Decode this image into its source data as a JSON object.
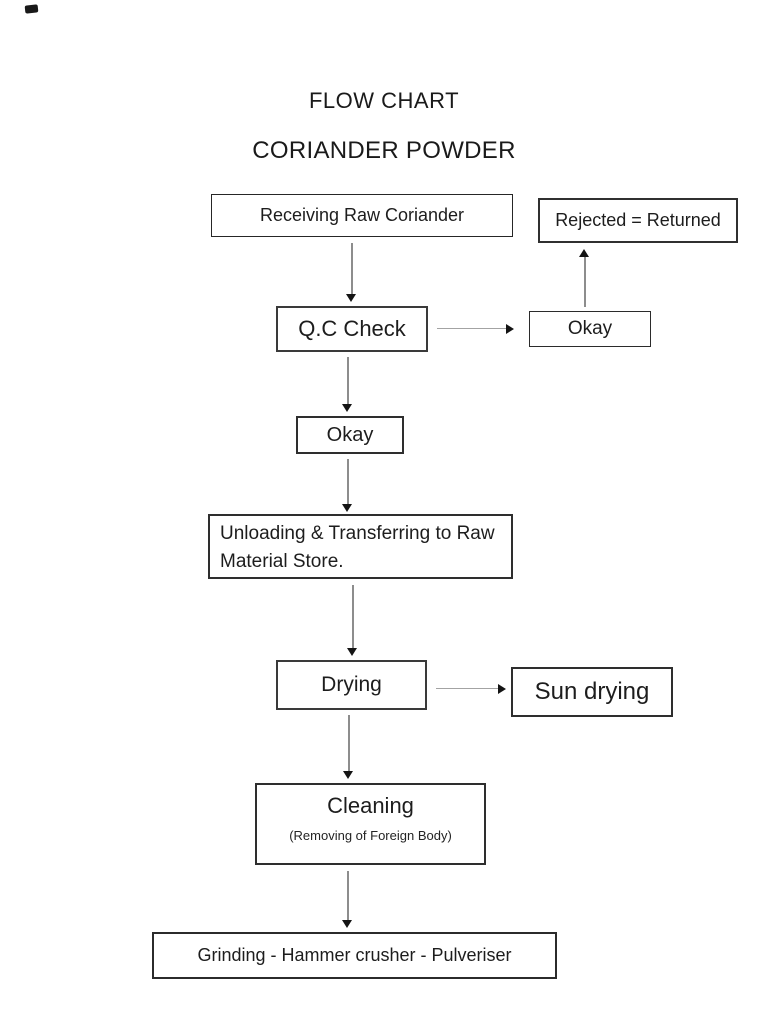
{
  "page": {
    "title": "FLOW CHART",
    "subtitle": "CORIANDER POWDER"
  },
  "nodes": {
    "receiving": {
      "label": "Receiving Raw Coriander"
    },
    "rejected": {
      "label": "Rejected = Returned"
    },
    "qc_check": {
      "label": "Q.C Check"
    },
    "okay_right": {
      "label": "Okay"
    },
    "okay_center": {
      "label": "Okay"
    },
    "unloading": {
      "label": "Unloading & Transferring to Raw Material Store.",
      "lines": [
        "Unloading & Transferring to Raw",
        "Material Store."
      ]
    },
    "drying": {
      "label": "Drying"
    },
    "sun_drying": {
      "label": "Sun drying"
    },
    "cleaning": {
      "label": "Cleaning",
      "sublabel": "(Removing of Foreign Body)"
    },
    "grinding": {
      "label": "Grinding - Hammer crusher - Pulveriser"
    }
  },
  "edges": [
    {
      "from": "Receiving Raw Coriander",
      "to": "Q.C Check",
      "direction": "down"
    },
    {
      "from": "Q.C Check",
      "to": "Okay (right)",
      "direction": "right"
    },
    {
      "from": "Okay (right)",
      "to": "Rejected = Returned",
      "direction": "up"
    },
    {
      "from": "Q.C Check",
      "to": "Okay (center)",
      "direction": "down"
    },
    {
      "from": "Okay (center)",
      "to": "Unloading & Transferring to Raw Material Store.",
      "direction": "down"
    },
    {
      "from": "Unloading & Transferring to Raw Material Store.",
      "to": "Drying",
      "direction": "down"
    },
    {
      "from": "Drying",
      "to": "Sun drying",
      "direction": "right"
    },
    {
      "from": "Drying",
      "to": "Cleaning (Removing of Foreign Body)",
      "direction": "down"
    },
    {
      "from": "Cleaning (Removing of Foreign Body)",
      "to": "Grinding - Hammer crusher - Pulveriser",
      "direction": "down"
    }
  ],
  "colors": {
    "background": "#ffffff",
    "text": "#1d1d1d",
    "box_border": "#333333",
    "arrow_line": "#8d8d8d",
    "arrow_head": "#141414"
  }
}
